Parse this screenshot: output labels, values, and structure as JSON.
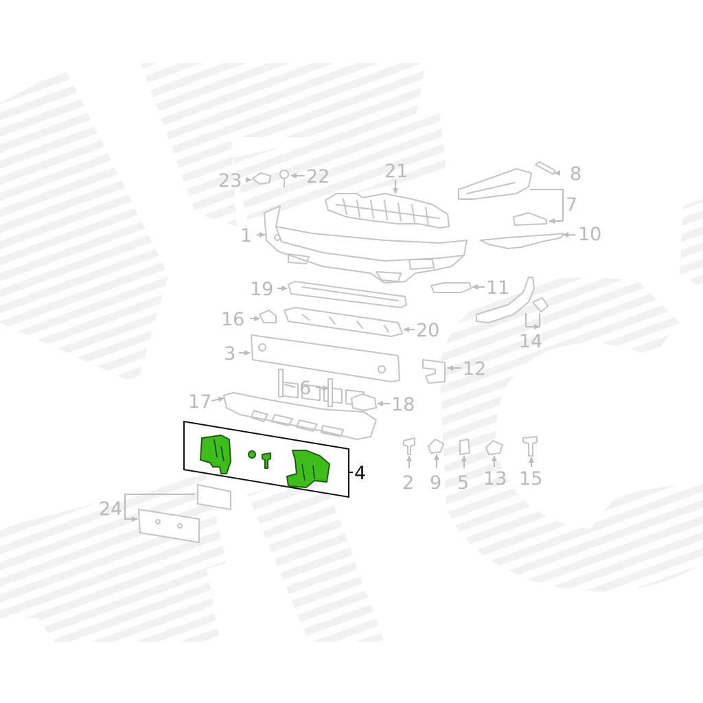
{
  "diagram": {
    "highlighted_part": "4",
    "highlight_color": "#3fbd1a",
    "label_color": "#b9b9b9",
    "highlight_label_color": "#111111",
    "labels": {
      "p1": "1",
      "p2": "2",
      "p3": "3",
      "p4": "4",
      "p5": "5",
      "p6": "6",
      "p7": "7",
      "p8": "8",
      "p9": "9",
      "p10": "10",
      "p11": "11",
      "p12": "12",
      "p13": "13",
      "p14": "14",
      "p15": "15",
      "p16": "16",
      "p17": "17",
      "p18": "18",
      "p19": "19",
      "p20": "20",
      "p21": "21",
      "p22": "22",
      "p23": "23",
      "p24": "24"
    }
  }
}
